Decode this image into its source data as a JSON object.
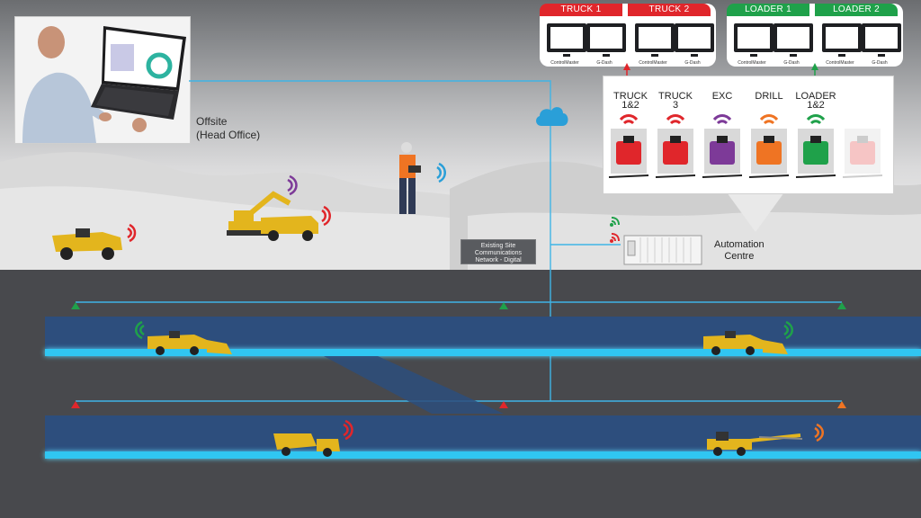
{
  "offsite": {
    "line1": "Offsite",
    "line2": "(Head Office)"
  },
  "network": {
    "line1": "Existing Site",
    "line2": "Communications",
    "line3": "Network - Digital"
  },
  "automation_centre": {
    "line1": "Automation",
    "line2": "Centre"
  },
  "stations": [
    {
      "label": "TRUCK 1",
      "color": "#e0262b",
      "monitors": [
        "ControlMaster",
        "G-Dash"
      ]
    },
    {
      "label": "TRUCK 2",
      "color": "#e0262b",
      "monitors": [
        "ControlMaster",
        "G-Dash"
      ]
    },
    {
      "label": "LOADER 1",
      "color": "#1fa14a",
      "monitors": [
        "ControlMaster",
        "G-Dash"
      ]
    },
    {
      "label": "LOADER 2",
      "color": "#1fa14a",
      "monitors": [
        "ControlMaster",
        "G-Dash"
      ]
    }
  ],
  "machines": [
    {
      "l1": "TRUCK",
      "l2": "1&2",
      "color": "#e0262b"
    },
    {
      "l1": "TRUCK",
      "l2": "3",
      "color": "#e0262b"
    },
    {
      "l1": "EXC",
      "l2": "",
      "color": "#7d3a98"
    },
    {
      "l1": "DRILL",
      "l2": "",
      "color": "#ef7423"
    },
    {
      "l1": "LOADER",
      "l2": "1&2",
      "color": "#1fa14a"
    },
    {
      "l1": "",
      "l2": "",
      "color": "#f3b2b2"
    }
  ],
  "colors": {
    "red": "#e0262b",
    "green": "#1fa14a",
    "purple": "#7d3a98",
    "orange": "#ef7423",
    "blue": "#2a9fd8",
    "equipment_yellow": "#e3b51d",
    "tunnel": "#2d4e7d",
    "cable": "#3fb4e6"
  }
}
